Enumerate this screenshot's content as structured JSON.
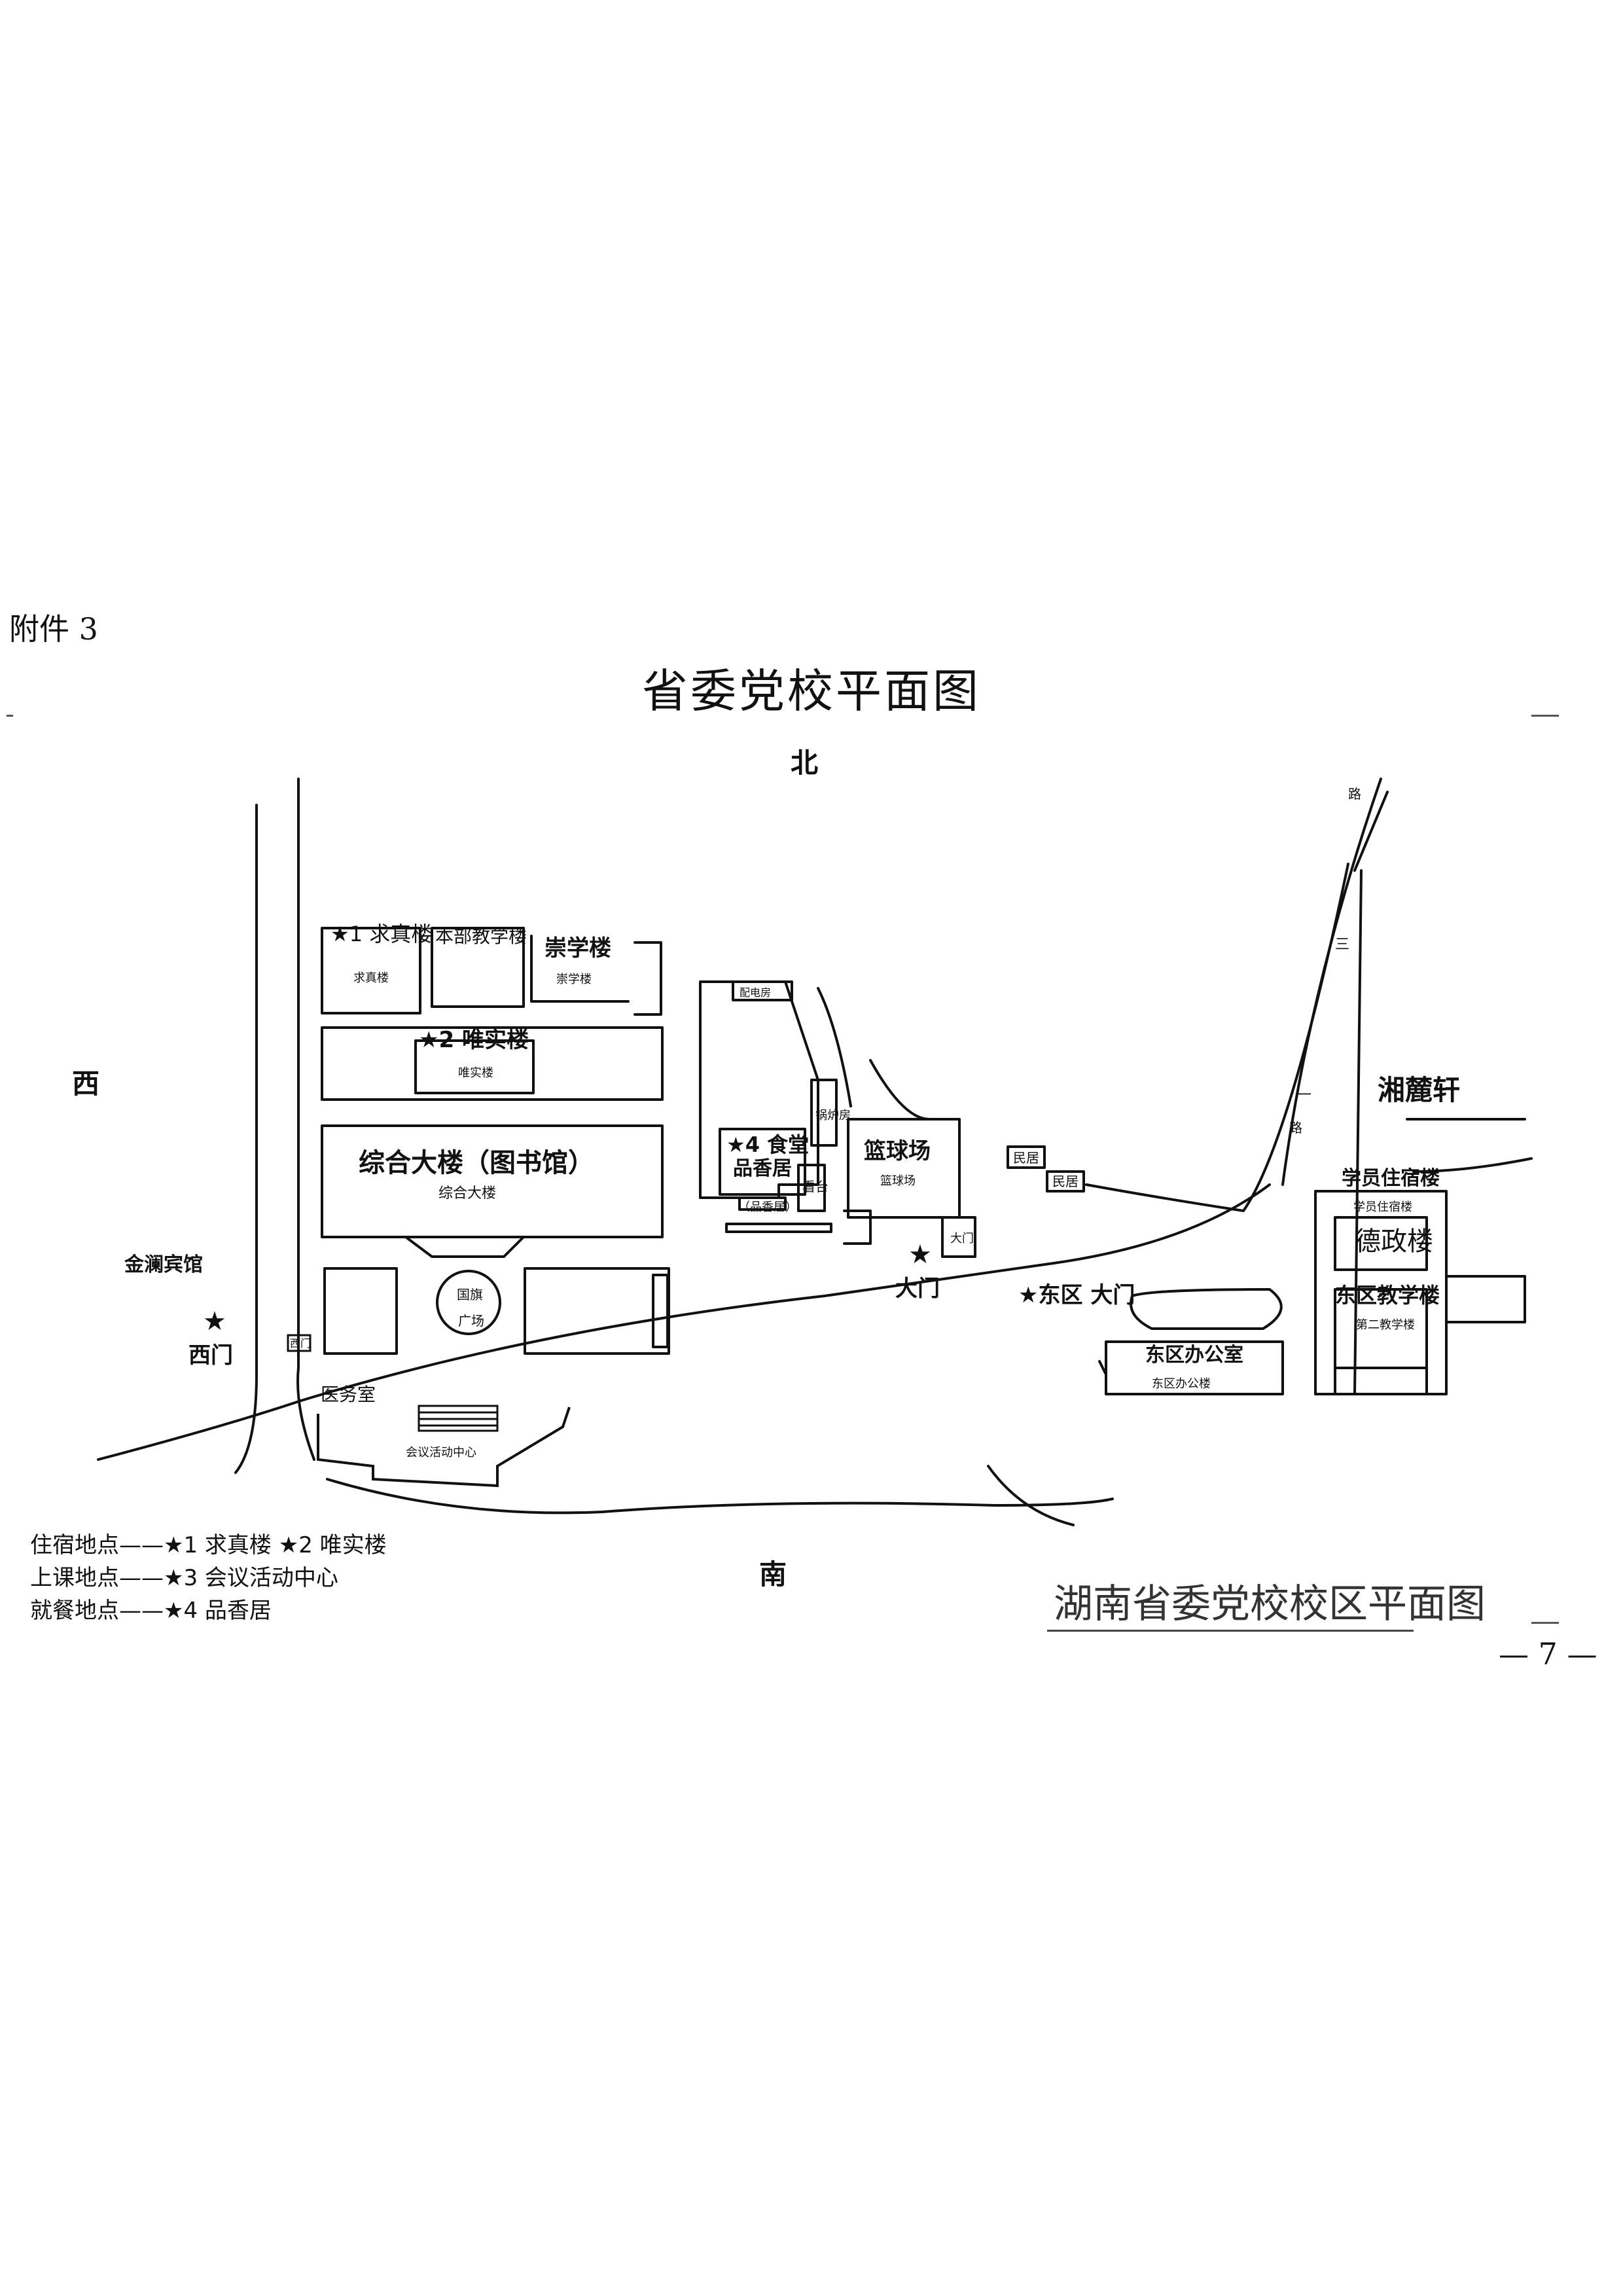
{
  "header": {
    "attachment_label": "附件 3",
    "title": "省委党校平面图"
  },
  "directions": {
    "north": "北",
    "south": "南",
    "west": "西"
  },
  "map_labels": {
    "qiuzhen_star": "★1 求真楼",
    "qiuzhen_small": "求真楼",
    "benbu_teaching": "本部教学楼",
    "chongxue": "崇学楼",
    "chongxue_small": "崇学楼",
    "weishi_star": "★2 唯实楼",
    "weishi_small": "唯实楼",
    "zonghe": "综合大楼（图书馆）",
    "zonghe_small": "综合大楼",
    "flag": "国旗",
    "square": "广场",
    "medical": "医务室",
    "meeting_center": "会议活动中心",
    "west_gate_small": "西门",
    "west_gate": "西门",
    "jinlan_hotel": "金澜宾馆",
    "canteen_star": "★4 食堂",
    "pinxiangju": "品香居",
    "pinxiangju_small": "（品香居）",
    "distribution_room": "配电房",
    "boiler_room": "锅炉房",
    "stage": "看台",
    "basketball": "篮球场",
    "basketball_small": "篮球场",
    "residence_1": "民居",
    "residence_2": "民居",
    "main_gate_small": "大门",
    "main_gate": "大门",
    "east_gate": "★东区 大门",
    "east_office": "东区办公室",
    "east_office_small": "东区办公楼",
    "student_dorm": "学员住宿楼",
    "student_dorm_small": "学员住宿楼",
    "dezheng": "德政楼",
    "east_teaching": "东区教学楼",
    "second_teaching_small": "第二教学楼",
    "xianglu": "湘麓轩",
    "road_top": "路",
    "road_2": "三",
    "road_3": "一",
    "road_4": "路"
  },
  "legend": [
    "住宿地点——★1 求真楼 ★2 唯实楼",
    "上课地点——★3 会议活动中心",
    "就餐地点——★4 品香居"
  ],
  "stamp_caption": "湖南省委党校校区平面图",
  "page_number": "— 7 —"
}
